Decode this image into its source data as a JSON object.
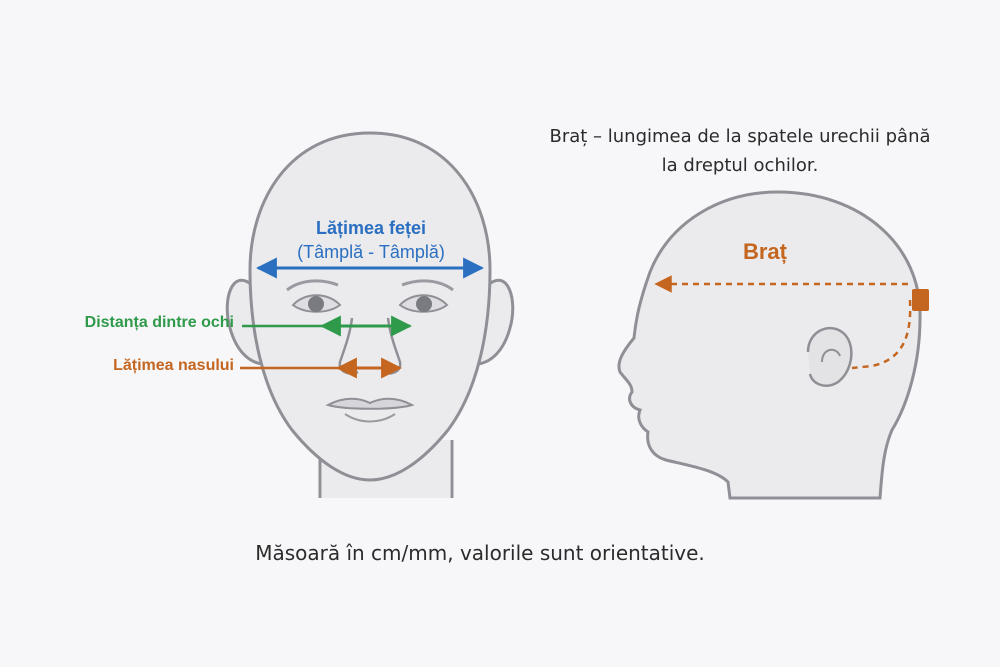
{
  "front_view": {
    "face_width_label": "Lățimea feței",
    "face_width_sublabel": "(Tâmplă - Tâmplă)",
    "eye_distance_label": "Distanța dintre ochi",
    "nose_width_label": "Lățimea nasului"
  },
  "side_view": {
    "arm_label": "Braț",
    "arm_description": "Braț – lungimea de la spatele urechii până la dreptul ochilor."
  },
  "footnote": "Măsoară în cm/mm, valorile sunt orientative.",
  "colors": {
    "face_width": "#2a6fc0",
    "eye_distance": "#2f9a4a",
    "nose_width": "#c4661f",
    "arm": "#c4661f",
    "head_fill": "#ebebee",
    "head_outline": "#8f9096"
  },
  "icons": [
    "front-head-illustration",
    "side-head-illustration",
    "double-arrow",
    "dashed-arrow",
    "temple-marker"
  ]
}
